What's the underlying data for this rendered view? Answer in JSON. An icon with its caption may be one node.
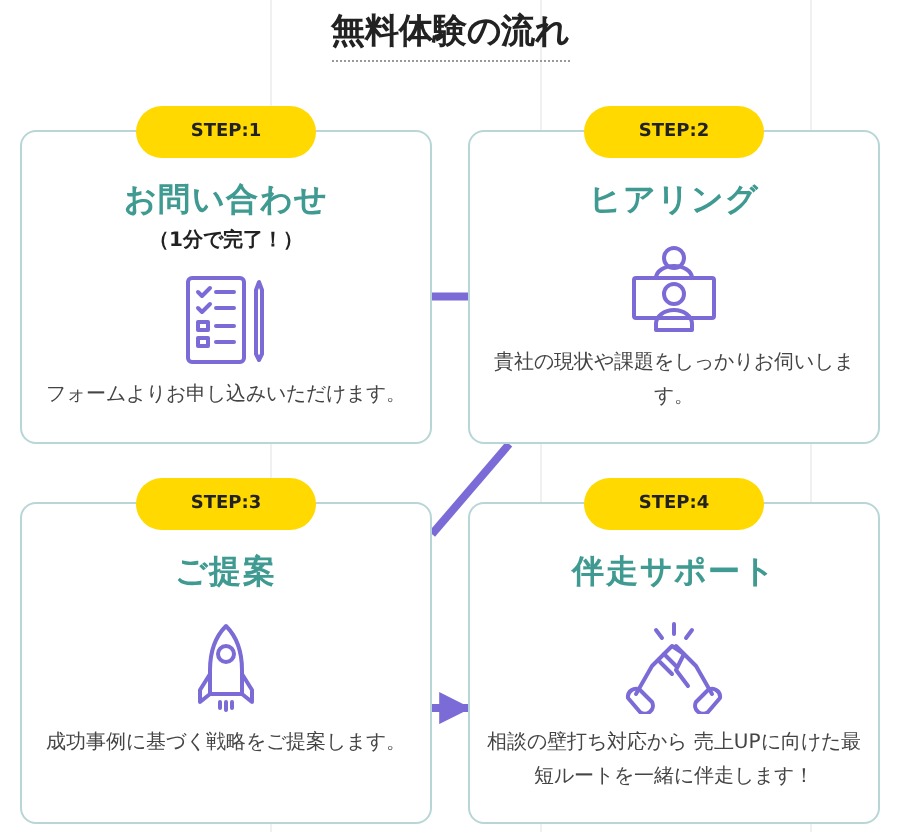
{
  "diagram": {
    "title": "無料体験の流れ",
    "nodes": [
      {
        "text": [
          "STEP:1",
          "お問い合わせ",
          "（1分で完了！）",
          "フォームよりお申し込みいただけます。"
        ]
      },
      {
        "text": [
          "STEP:2",
          "ヒアリング",
          "貴社の現状や課題をしっかりお伺いします。"
        ]
      },
      {
        "text": [
          "STEP:3",
          "ご提案",
          "成功事例に基づく戦略をご提案します。"
        ]
      },
      {
        "text": [
          "STEP:4",
          "伴走サポート",
          "相談の壁打ち対応から 売上UPに向けた最短ルートを一緒に伴走します！"
        ]
      }
    ],
    "edges": [
      {
        "from": 0,
        "to": 1,
        "arrow": "none"
      },
      {
        "from": 1,
        "to": 2,
        "arrow": "none"
      },
      {
        "from": 2,
        "to": 3,
        "arrow": "to"
      }
    ]
  }
}
